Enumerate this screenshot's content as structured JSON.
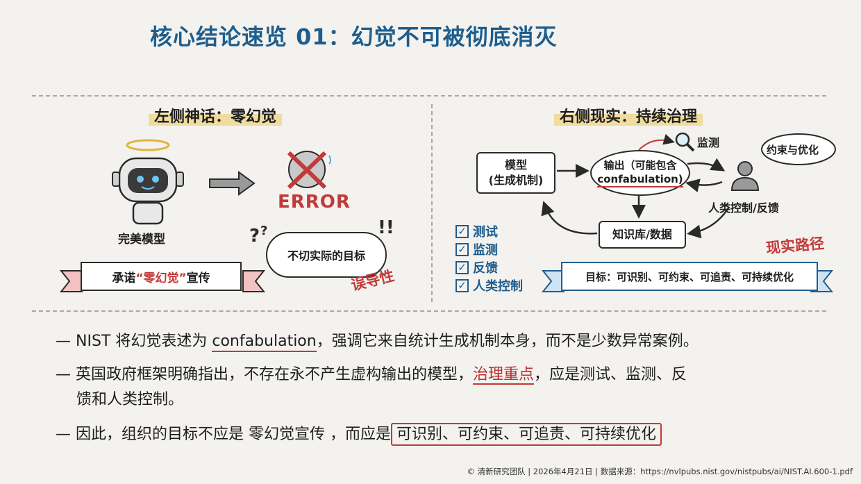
{
  "title": "核心结论速览 01：幻觉不可被彻底消灭",
  "left": {
    "heading": "左侧神话：零幻觉",
    "robot_caption": "完美模型",
    "error_text": "ERROR",
    "cloud_text": "不切实际的目标",
    "misleading": "误导性",
    "banner_prefix": "承诺",
    "banner_highlight": "“零幻觉”",
    "banner_suffix": "宣传"
  },
  "right": {
    "heading": "右侧现实：持续治理",
    "model_box_line1": "模型",
    "model_box_line2": "(生成机制)",
    "output_line1": "输出（可能包含",
    "output_line2": "confabulation)",
    "monitor_label": "监测",
    "constrain_label": "约束与优化",
    "human_label": "人类控制/反馈",
    "kb_box": "知识库/数据",
    "checklist": [
      "测试",
      "监测",
      "反馈",
      "人类控制"
    ],
    "reality_path": "现实路径",
    "goal_banner": "目标：可识别、可约束、可追责、可持续优化"
  },
  "bullets": {
    "b1_pre": "— NIST 将幻觉表述为 ",
    "b1_term": "confabulation",
    "b1_post": "，强调它来自统计生成机制本身，而不是少数异常案例。",
    "b2_pre": "— 英国政府框架明确指出，不存在永不产生虚构输出的模型，",
    "b2_hl": "治理重点",
    "b2_post": "，应是测试、监测、反",
    "b2_cont": "馈和人类控制。",
    "b3_pre": "— 因此，组织的目标不应是  零幻觉宣传  ，而应是",
    "b3_hl": "可识别、可约束、可追责、可持续优化"
  },
  "footer": "© 清新研究团队 | 2026年4月21日 | 数据来源：https://nvlpubs.nist.gov/nistpubs/ai/NIST.AI.600-1.pdf"
}
